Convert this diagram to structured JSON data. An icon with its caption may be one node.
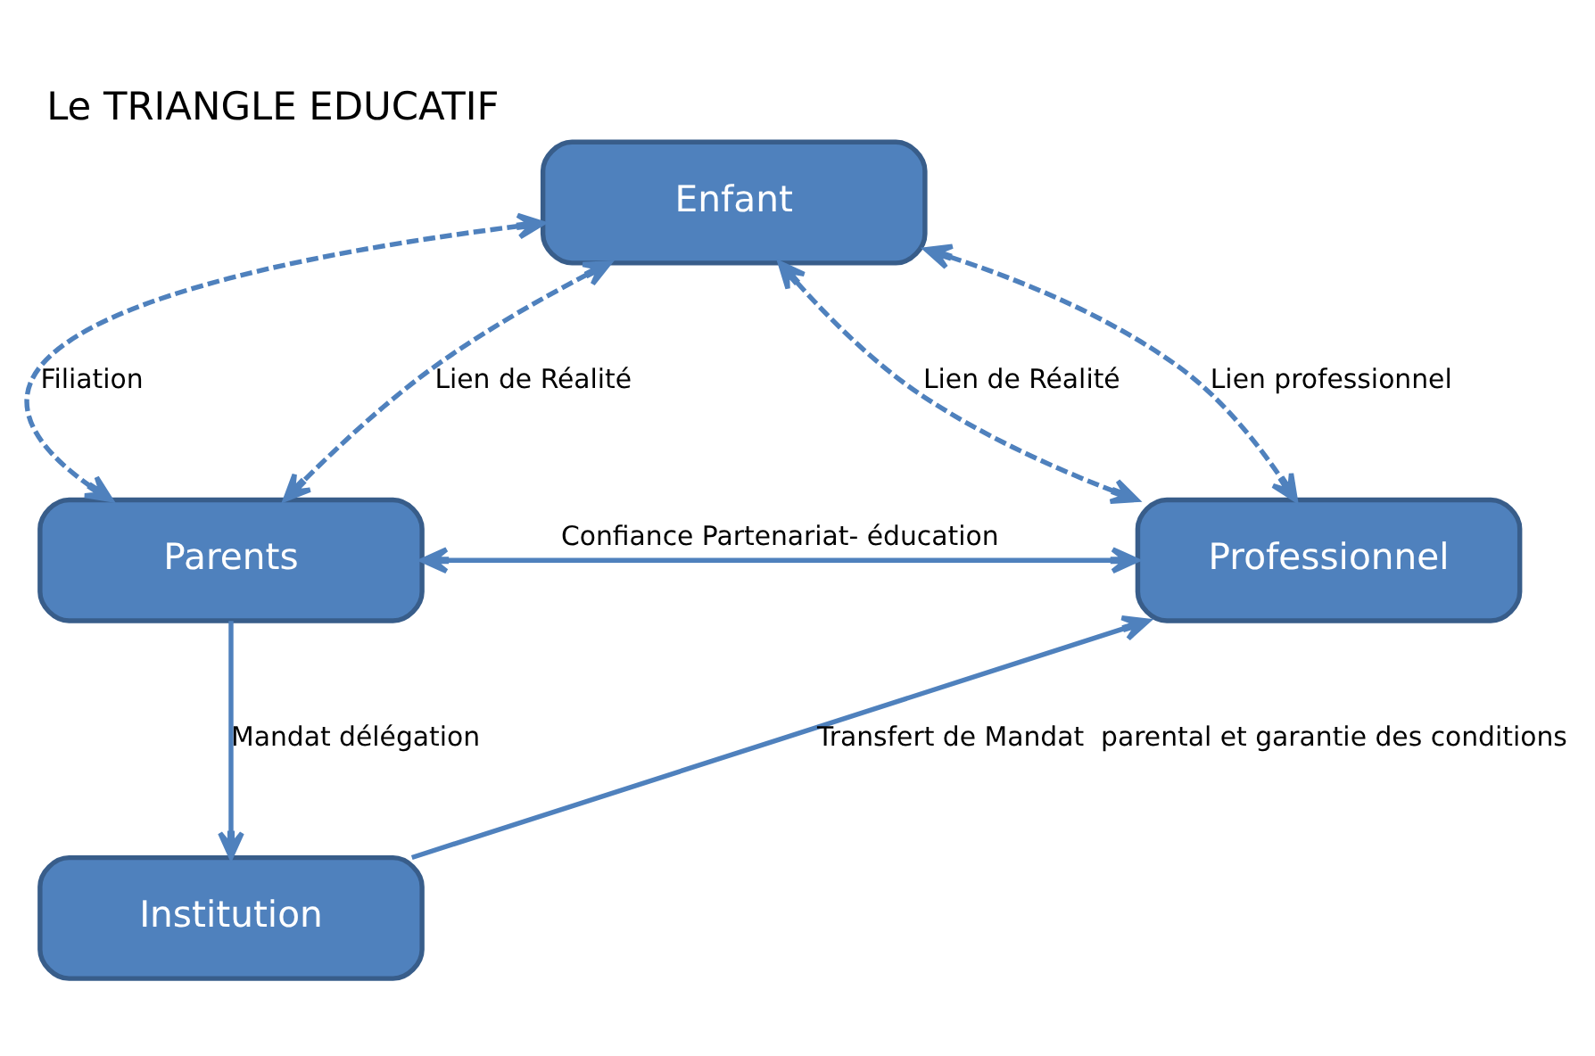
{
  "diagram": {
    "title": "Le TRIANGLE EDUCATIF",
    "nodes": [
      {
        "text": [
          "Enfant"
        ]
      },
      {
        "text": [
          "Parents"
        ]
      },
      {
        "text": [
          "Professionnel"
        ]
      },
      {
        "text": [
          "Institution"
        ]
      }
    ],
    "edges": [
      {
        "from": 0,
        "to": 1,
        "arrow": "both",
        "label": "Filiation",
        "style": "dashed"
      },
      {
        "from": 0,
        "to": 1,
        "arrow": "both",
        "label": "Lien de Réalité",
        "style": "dashed"
      },
      {
        "from": 0,
        "to": 2,
        "arrow": "both",
        "label": "Lien de Réalité",
        "style": "dashed"
      },
      {
        "from": 0,
        "to": 2,
        "arrow": "both",
        "label": "Lien professionnel",
        "style": "dashed"
      },
      {
        "from": 1,
        "to": 2,
        "arrow": "both",
        "label": "Confiance Partenariat- éducation"
      },
      {
        "from": 1,
        "to": 3,
        "arrow": "to",
        "label": "Mandat délégation"
      },
      {
        "from": 3,
        "to": 2,
        "arrow": "to",
        "label": "Transfert de Mandat  parental et garantie des conditions"
      }
    ]
  }
}
